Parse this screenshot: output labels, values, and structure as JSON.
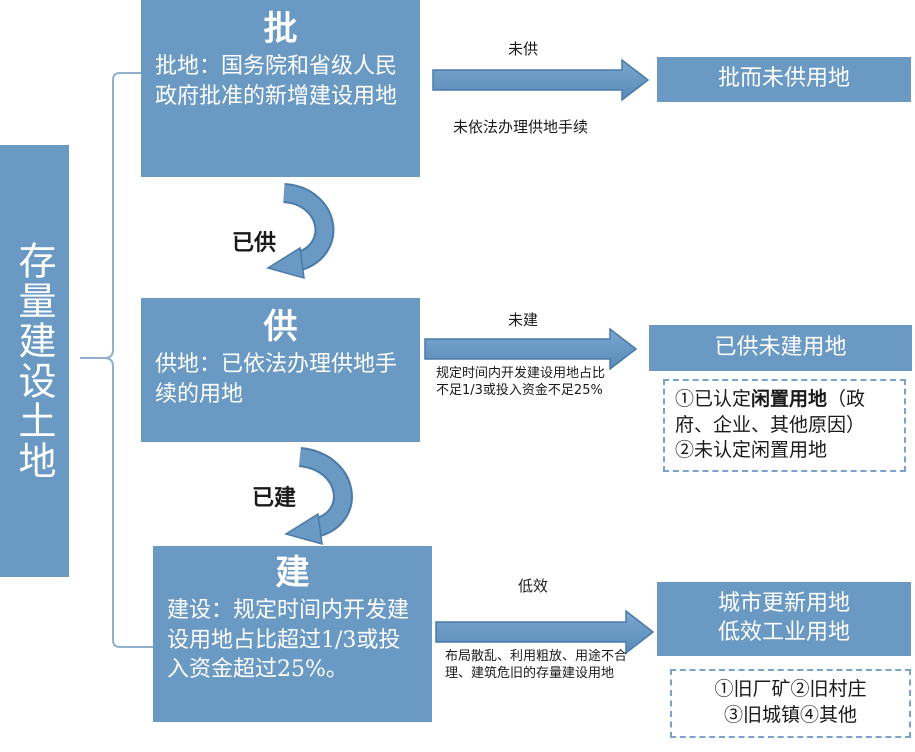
{
  "title": "存量建设土地",
  "stages": {
    "pi": {
      "head": "批",
      "desc": "批地：国务院和省级人民政府批准的新增建设用地"
    },
    "gong": {
      "head": "供",
      "desc": "供地：已依法办理供地手续的用地"
    },
    "jian": {
      "head": "建",
      "desc": "建设：规定时间内开发建设用地占比超过1/3或投入资金超过25%。"
    }
  },
  "transitions": {
    "pi_to_gong": "已供",
    "gong_to_jian": "已建"
  },
  "arrows": {
    "pi": {
      "top": "未供",
      "bottom": "未依法办理供地手续"
    },
    "gong": {
      "top": "未建",
      "bottom": "规定时间内开发建设用地占比不足1/3或投入资金不足25%"
    },
    "jian": {
      "top": "低效",
      "bottom": "布局散乱、利用粗放、用途不合理、建筑危旧的存量建设用地"
    }
  },
  "results": {
    "r1": "批而未供用地",
    "r2": "已供未建用地",
    "r3_line1": "城市更新用地",
    "r3_line2": "低效工业用地"
  },
  "notes": {
    "idle_pre": "①已认定",
    "idle_bold": "闲置用地",
    "idle_post": "（政府、企业、其他原因）",
    "idle_2": "②未认定闲置用地",
    "low_1": "①旧厂矿②旧村庄",
    "low_2": "③旧城镇④其他"
  },
  "colors": {
    "box": "#6a9ac4",
    "arrow": "#6a9ac4",
    "arrow_stroke": "#4a7aa8",
    "bracket": "#8fb0cf"
  }
}
